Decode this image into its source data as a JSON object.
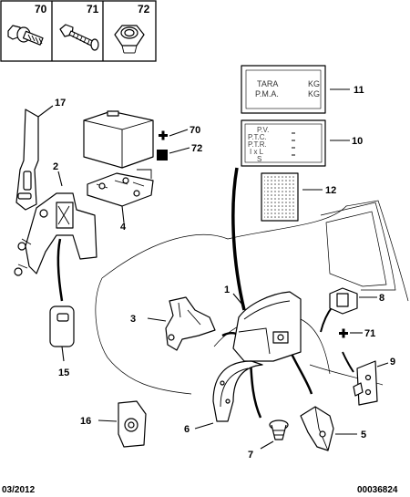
{
  "header_parts": [
    "70",
    "71",
    "72"
  ],
  "callouts": {
    "c1": "1",
    "c2": "2",
    "c3": "3",
    "c4": "4",
    "c5": "5",
    "c6": "6",
    "c7": "7",
    "c8": "8",
    "c9": "9",
    "c10": "10",
    "c11": "11",
    "c12": "12",
    "c15": "15",
    "c16": "16",
    "c17": "17",
    "c70": "70",
    "c71": "71",
    "c72": "72"
  },
  "label_11": {
    "tara": "TARA",
    "kg1": "KG",
    "pma": "P.M.A.",
    "kg2": "KG"
  },
  "label_10": {
    "pv": "P.V.",
    "ptc": "P.T.C.",
    "ptr": "P.T.R.",
    "ixl": "I x L",
    "s": "S"
  },
  "footer": {
    "date": "03/2012",
    "ref": "00036824"
  }
}
